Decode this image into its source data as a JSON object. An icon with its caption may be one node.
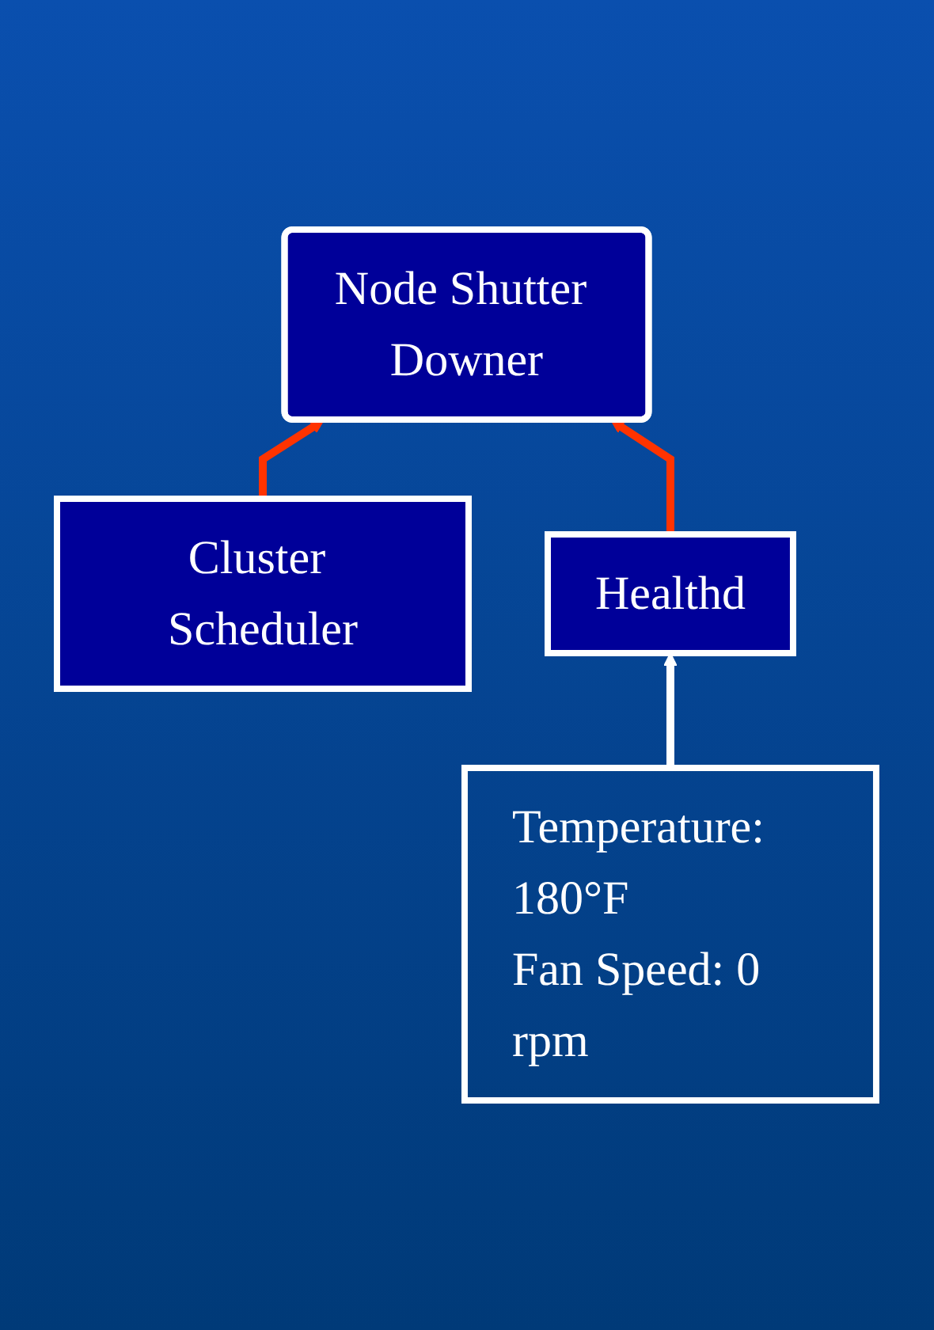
{
  "diagram": {
    "nodes": [
      {
        "text": [
          "Cluster Scheduler"
        ]
      },
      {
        "text": [
          "Node Shutter Downer"
        ]
      },
      {
        "text": [
          "Healthd"
        ]
      },
      {
        "text": [
          "Temperature: 180°F",
          "Fan Speed: 0 rpm"
        ]
      }
    ],
    "edges": [
      {
        "from": 0,
        "to": 1,
        "arrow": "to"
      },
      {
        "from": 2,
        "to": 1,
        "arrow": "to"
      },
      {
        "from": 3,
        "to": 2,
        "arrow": "to",
        "color": "#ffffff"
      }
    ]
  }
}
